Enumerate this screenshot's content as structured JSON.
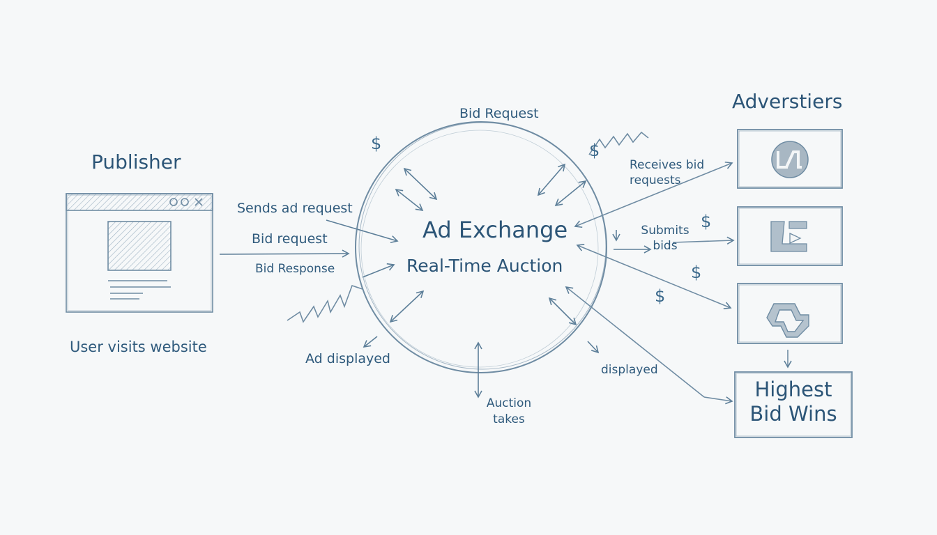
{
  "diagram": {
    "title_center": "Ad Exchange",
    "subtitle_center": "Real-Time Auction",
    "publisher": {
      "heading": "Publisher",
      "browser_controls": [
        "minimize-circle",
        "maximize-circle",
        "close-x"
      ],
      "caption": "User visits website"
    },
    "advertisers": {
      "heading": "Adverstiers",
      "logos": [
        "LA-circle-logo",
        "play-bracket-logo",
        "hexagon-s-logo"
      ],
      "result_box": "Highest Bid Wins"
    },
    "labels": {
      "bid_request_top": "Bid Request",
      "sends_ad_request": "Sends ad request",
      "bid_request_left": "Bid request",
      "bid_response": "Bid Response",
      "ad_displayed": "Ad displayed",
      "auction_takes": "Auction takes",
      "receives_bid_requests": "Receives bid requests",
      "submits_bids": "Submits bids",
      "displayed": "displayed"
    },
    "dollar_sign": "$",
    "colors": {
      "ink": "#2f5a7c",
      "pencil": "#6f8ca3",
      "background": "#f6f8f9"
    }
  }
}
